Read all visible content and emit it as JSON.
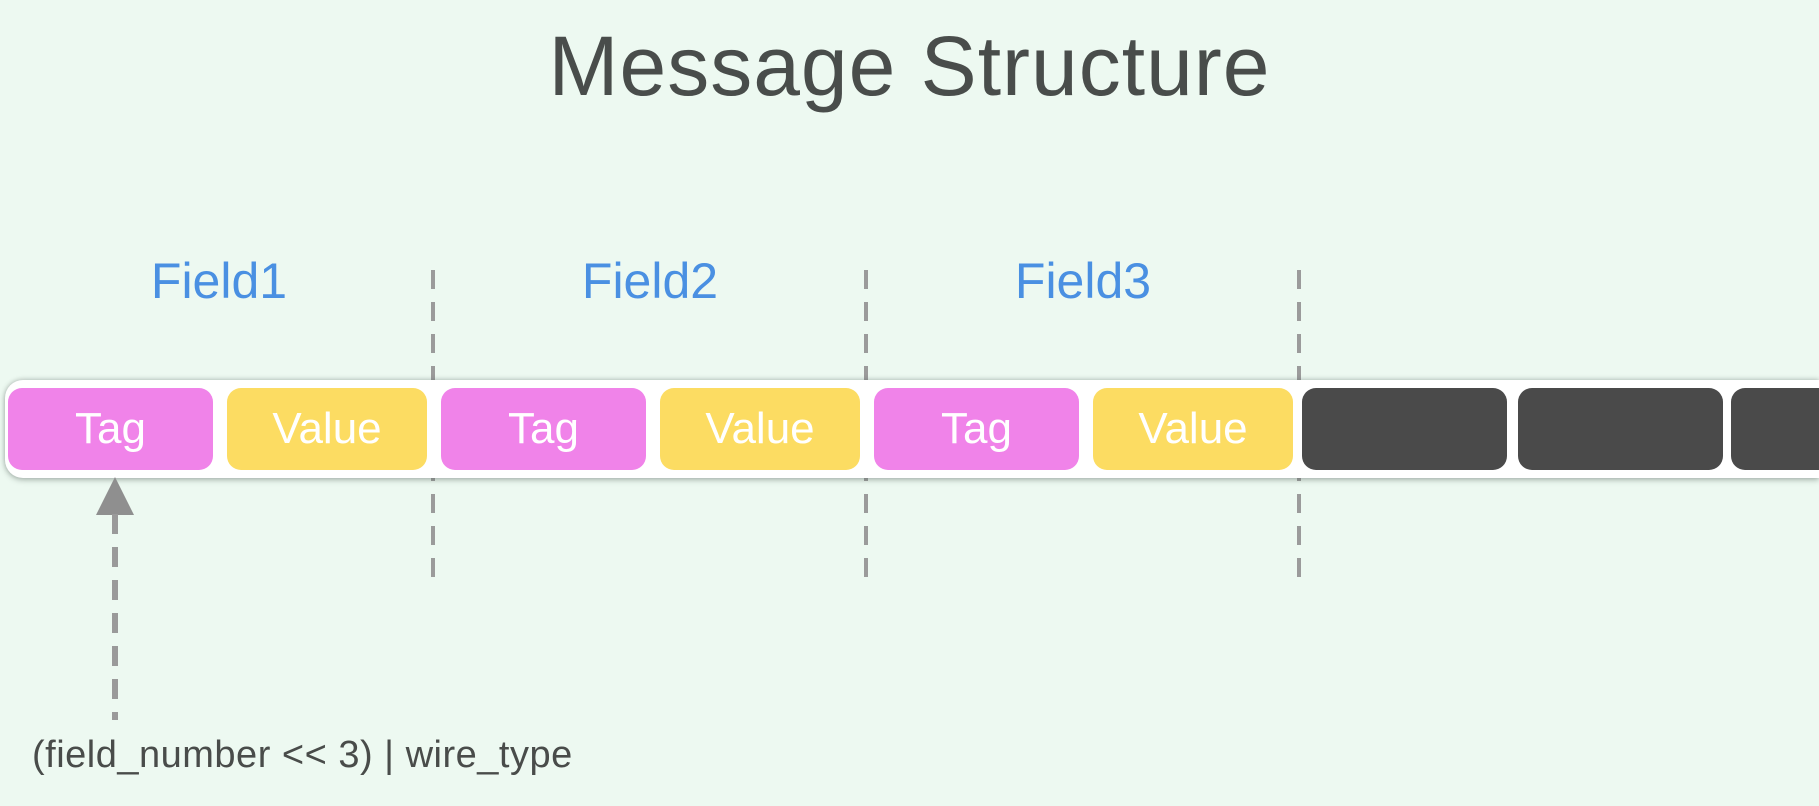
{
  "title": "Message Structure",
  "fields": [
    {
      "label": "Field1"
    },
    {
      "label": "Field2"
    },
    {
      "label": "Field3"
    }
  ],
  "stream": {
    "segments": [
      {
        "label": "Tag",
        "kind": "tag"
      },
      {
        "label": "Value",
        "kind": "value"
      },
      {
        "label": "Tag",
        "kind": "tag"
      },
      {
        "label": "Value",
        "kind": "value"
      },
      {
        "label": "Tag",
        "kind": "tag"
      },
      {
        "label": "Value",
        "kind": "value"
      },
      {
        "label": "",
        "kind": "raw"
      },
      {
        "label": "",
        "kind": "raw"
      },
      {
        "label": "",
        "kind": "raw"
      }
    ]
  },
  "annotation": {
    "text": "(field_number << 3) | wire_type"
  },
  "colors": {
    "background": "#edf9f1",
    "title_text": "#494d4b",
    "field_label_blue": "#4a90e2",
    "tag_pink": "#f083e9",
    "value_yellow": "#fcdc62",
    "raw_dark_gray": "#4a4a4a",
    "strip_white": "#ffffff",
    "box_text_white": "#ffffff",
    "divider_gray": "#9b9b9b",
    "arrow_gray": "#8f8f8f",
    "annotation_text": "#494c4a"
  }
}
